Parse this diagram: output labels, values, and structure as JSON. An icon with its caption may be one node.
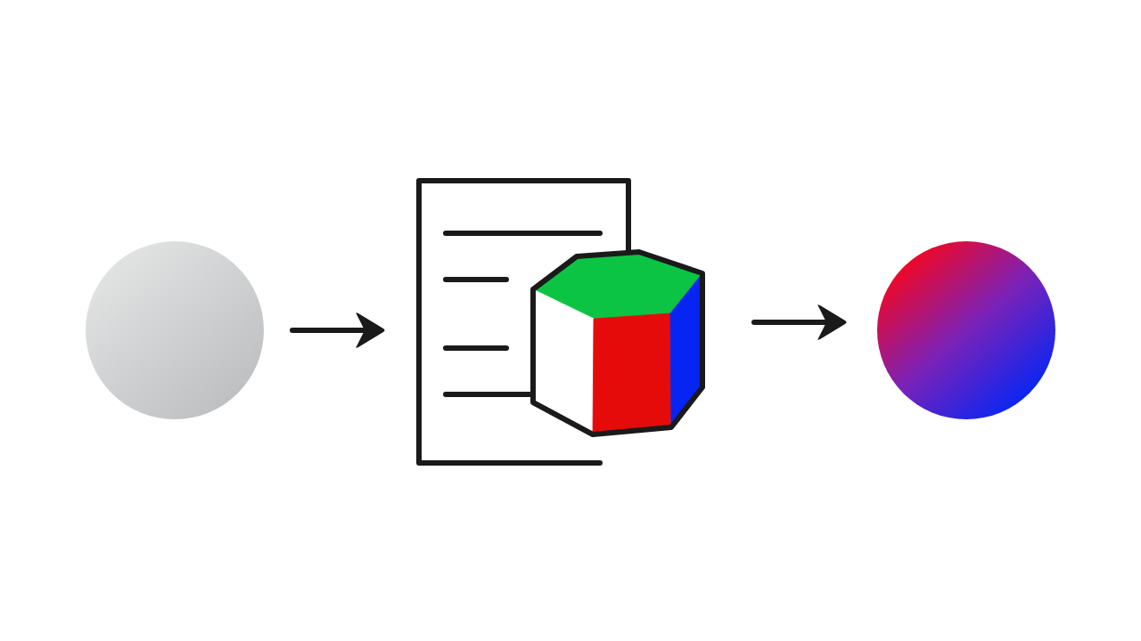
{
  "diagram": {
    "nodes": [
      {
        "text": [],
        "shape": "circle"
      },
      {
        "text": [],
        "shape": "picture"
      },
      {
        "text": [],
        "shape": "circle"
      }
    ],
    "edges": [
      {
        "from": 0,
        "to": 1,
        "arrow": "to"
      },
      {
        "from": 1,
        "to": 2,
        "arrow": "to"
      }
    ]
  }
}
